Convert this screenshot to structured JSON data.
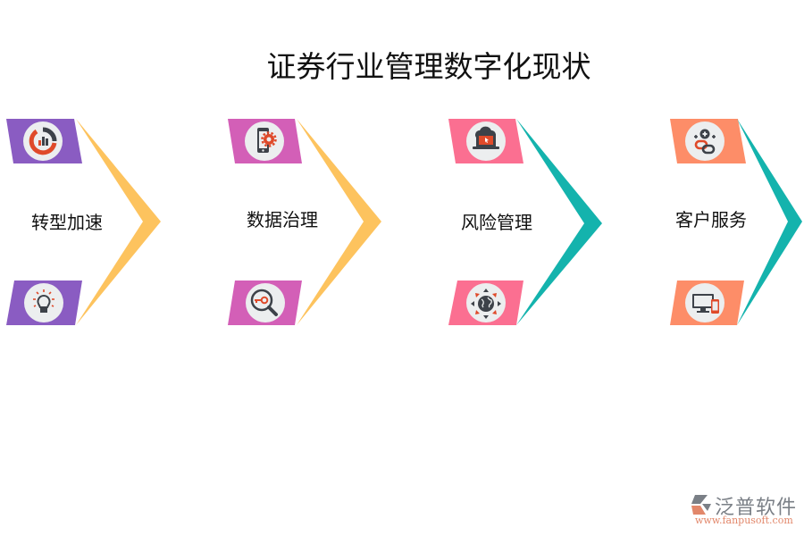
{
  "title": "证券行业管理数字化现状",
  "colors": {
    "purple": "#8a5cc2",
    "magenta": "#d35fb7",
    "pink": "#fb6f91",
    "salmon": "#fd8d68",
    "yellow": "#fdc35e",
    "teal": "#14b3ad",
    "icon_bg": "#eceeef",
    "icon_dark": "#3d4249",
    "icon_red": "#df4a2a"
  },
  "stages": [
    {
      "label": "转型加速",
      "color": "#8a5cc2",
      "chevron_color": "#fdc35e",
      "top_icon": "analytics-dashboard-icon",
      "bottom_icon": "lightbulb-icon"
    },
    {
      "label": "数据治理",
      "color": "#d35fb7",
      "chevron_color": "#fdc35e",
      "top_icon": "mobile-settings-icon",
      "bottom_icon": "key-search-icon"
    },
    {
      "label": "风险管理",
      "color": "#fb6f91",
      "chevron_color": "#14b3ad",
      "top_icon": "cloud-laptop-icon",
      "bottom_icon": "global-network-icon"
    },
    {
      "label": "客户服务",
      "color": "#fd8d68",
      "chevron_color": "#14b3ad",
      "top_icon": "link-add-icon",
      "bottom_icon": "devices-icon"
    }
  ],
  "logo": {
    "brand": "泛普软件",
    "url": "www.fanpusoft.com"
  }
}
